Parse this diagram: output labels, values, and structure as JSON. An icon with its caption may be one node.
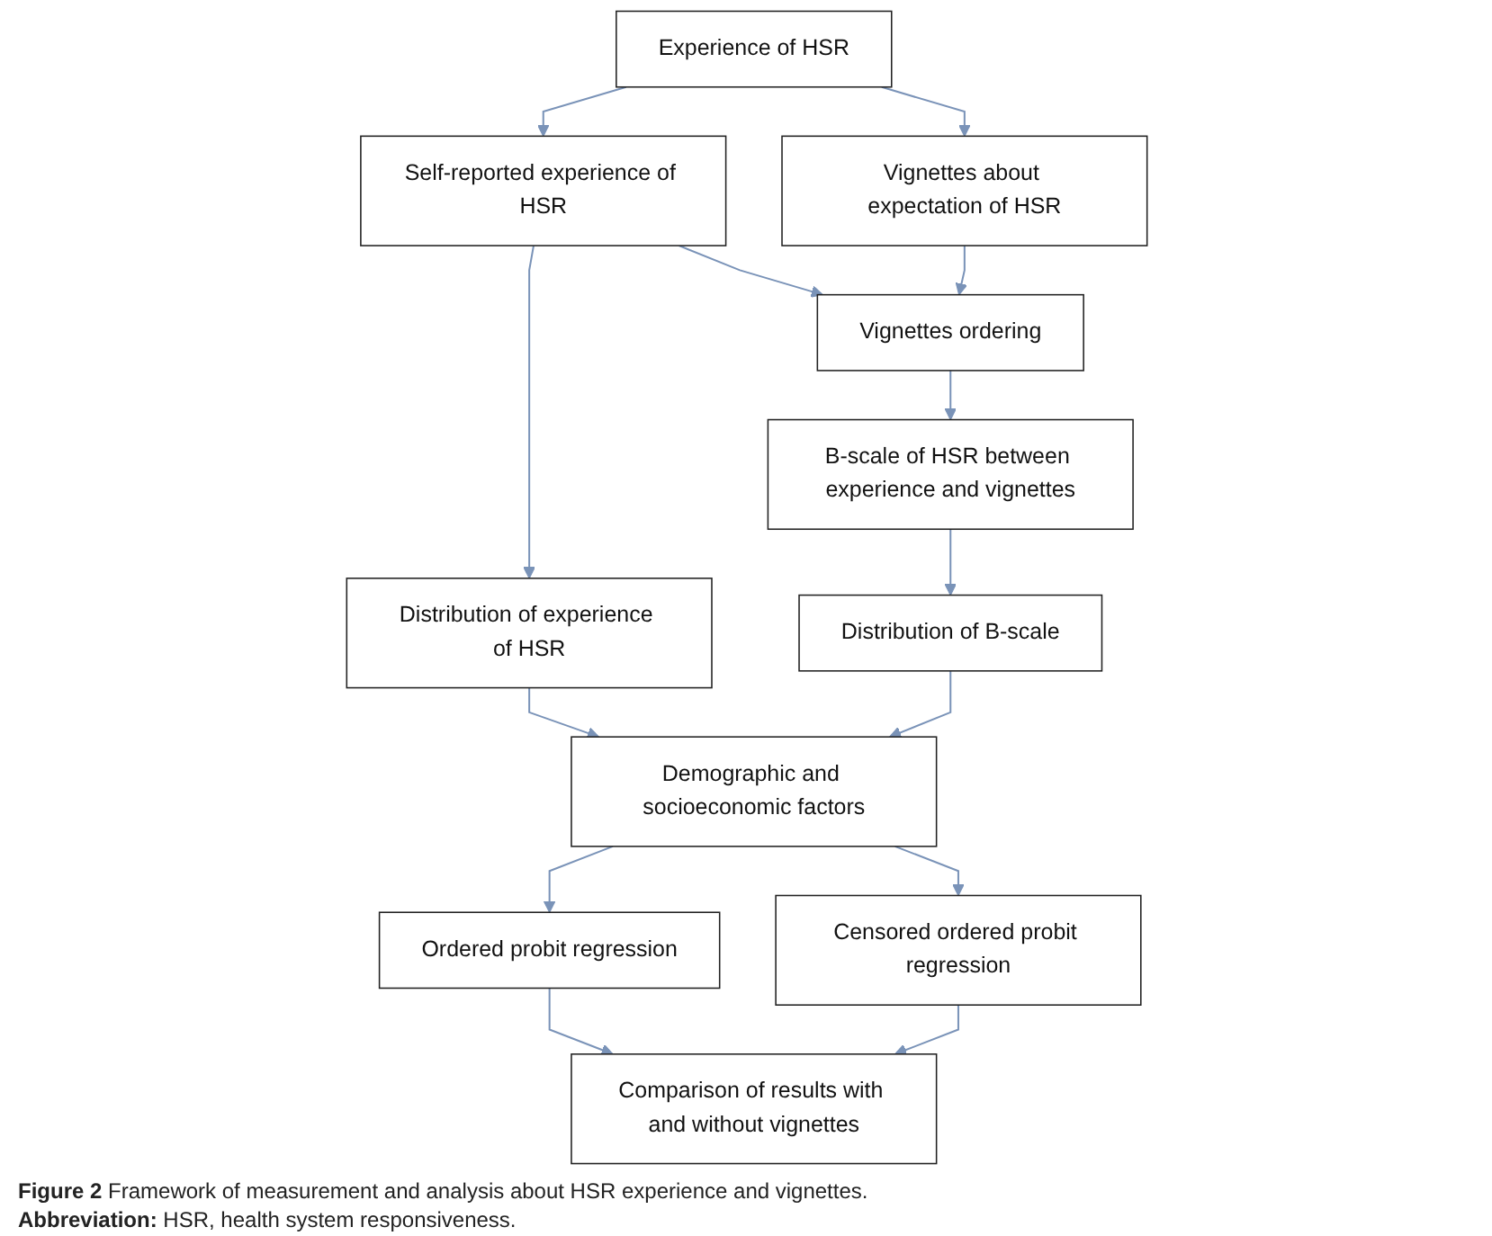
{
  "diagram": {
    "caption": "**Figure 2** Framework of measurement and analysis about HSR experience and vignettes.",
    "nodes": [
      {
        "text": [
          "Experience of HSR"
        ]
      },
      {
        "text": [
          "Self-reported experience of HSR"
        ]
      },
      {
        "text": [
          "Vignettes about expectation of HSR"
        ]
      },
      {
        "text": [
          "Vignettes ordering"
        ]
      },
      {
        "text": [
          "B-scale of HSR between experience and vignettes"
        ]
      },
      {
        "text": [
          "Distribution of experience of HSR"
        ]
      },
      {
        "text": [
          "Distribution of B-scale"
        ]
      },
      {
        "text": [
          "Demographic and socioeconomic factors"
        ]
      },
      {
        "text": [
          "Ordered probit regression"
        ]
      },
      {
        "text": [
          "Censored ordered probit regression"
        ]
      },
      {
        "text": [
          "Comparison of results with and without vignettes"
        ]
      }
    ],
    "edges": [
      {
        "from": 0,
        "to": 1,
        "arrow": "to"
      },
      {
        "from": 0,
        "to": 2,
        "arrow": "to"
      },
      {
        "from": 1,
        "to": 3,
        "arrow": "to"
      },
      {
        "from": 2,
        "to": 3,
        "arrow": "to"
      },
      {
        "from": 3,
        "to": 4,
        "arrow": "to"
      },
      {
        "from": 1,
        "to": 5,
        "arrow": "to"
      },
      {
        "from": 4,
        "to": 6,
        "arrow": "to"
      },
      {
        "from": 5,
        "to": 7,
        "arrow": "to"
      },
      {
        "from": 6,
        "to": 7,
        "arrow": "to"
      },
      {
        "from": 7,
        "to": 8,
        "arrow": "to"
      },
      {
        "from": 7,
        "to": 9,
        "arrow": "to"
      },
      {
        "from": 8,
        "to": 10,
        "arrow": "to"
      },
      {
        "from": 9,
        "to": 10,
        "arrow": "to"
      }
    ],
    "labels": [
      "**Abbreviation:** HSR, health system responsiveness."
    ]
  }
}
